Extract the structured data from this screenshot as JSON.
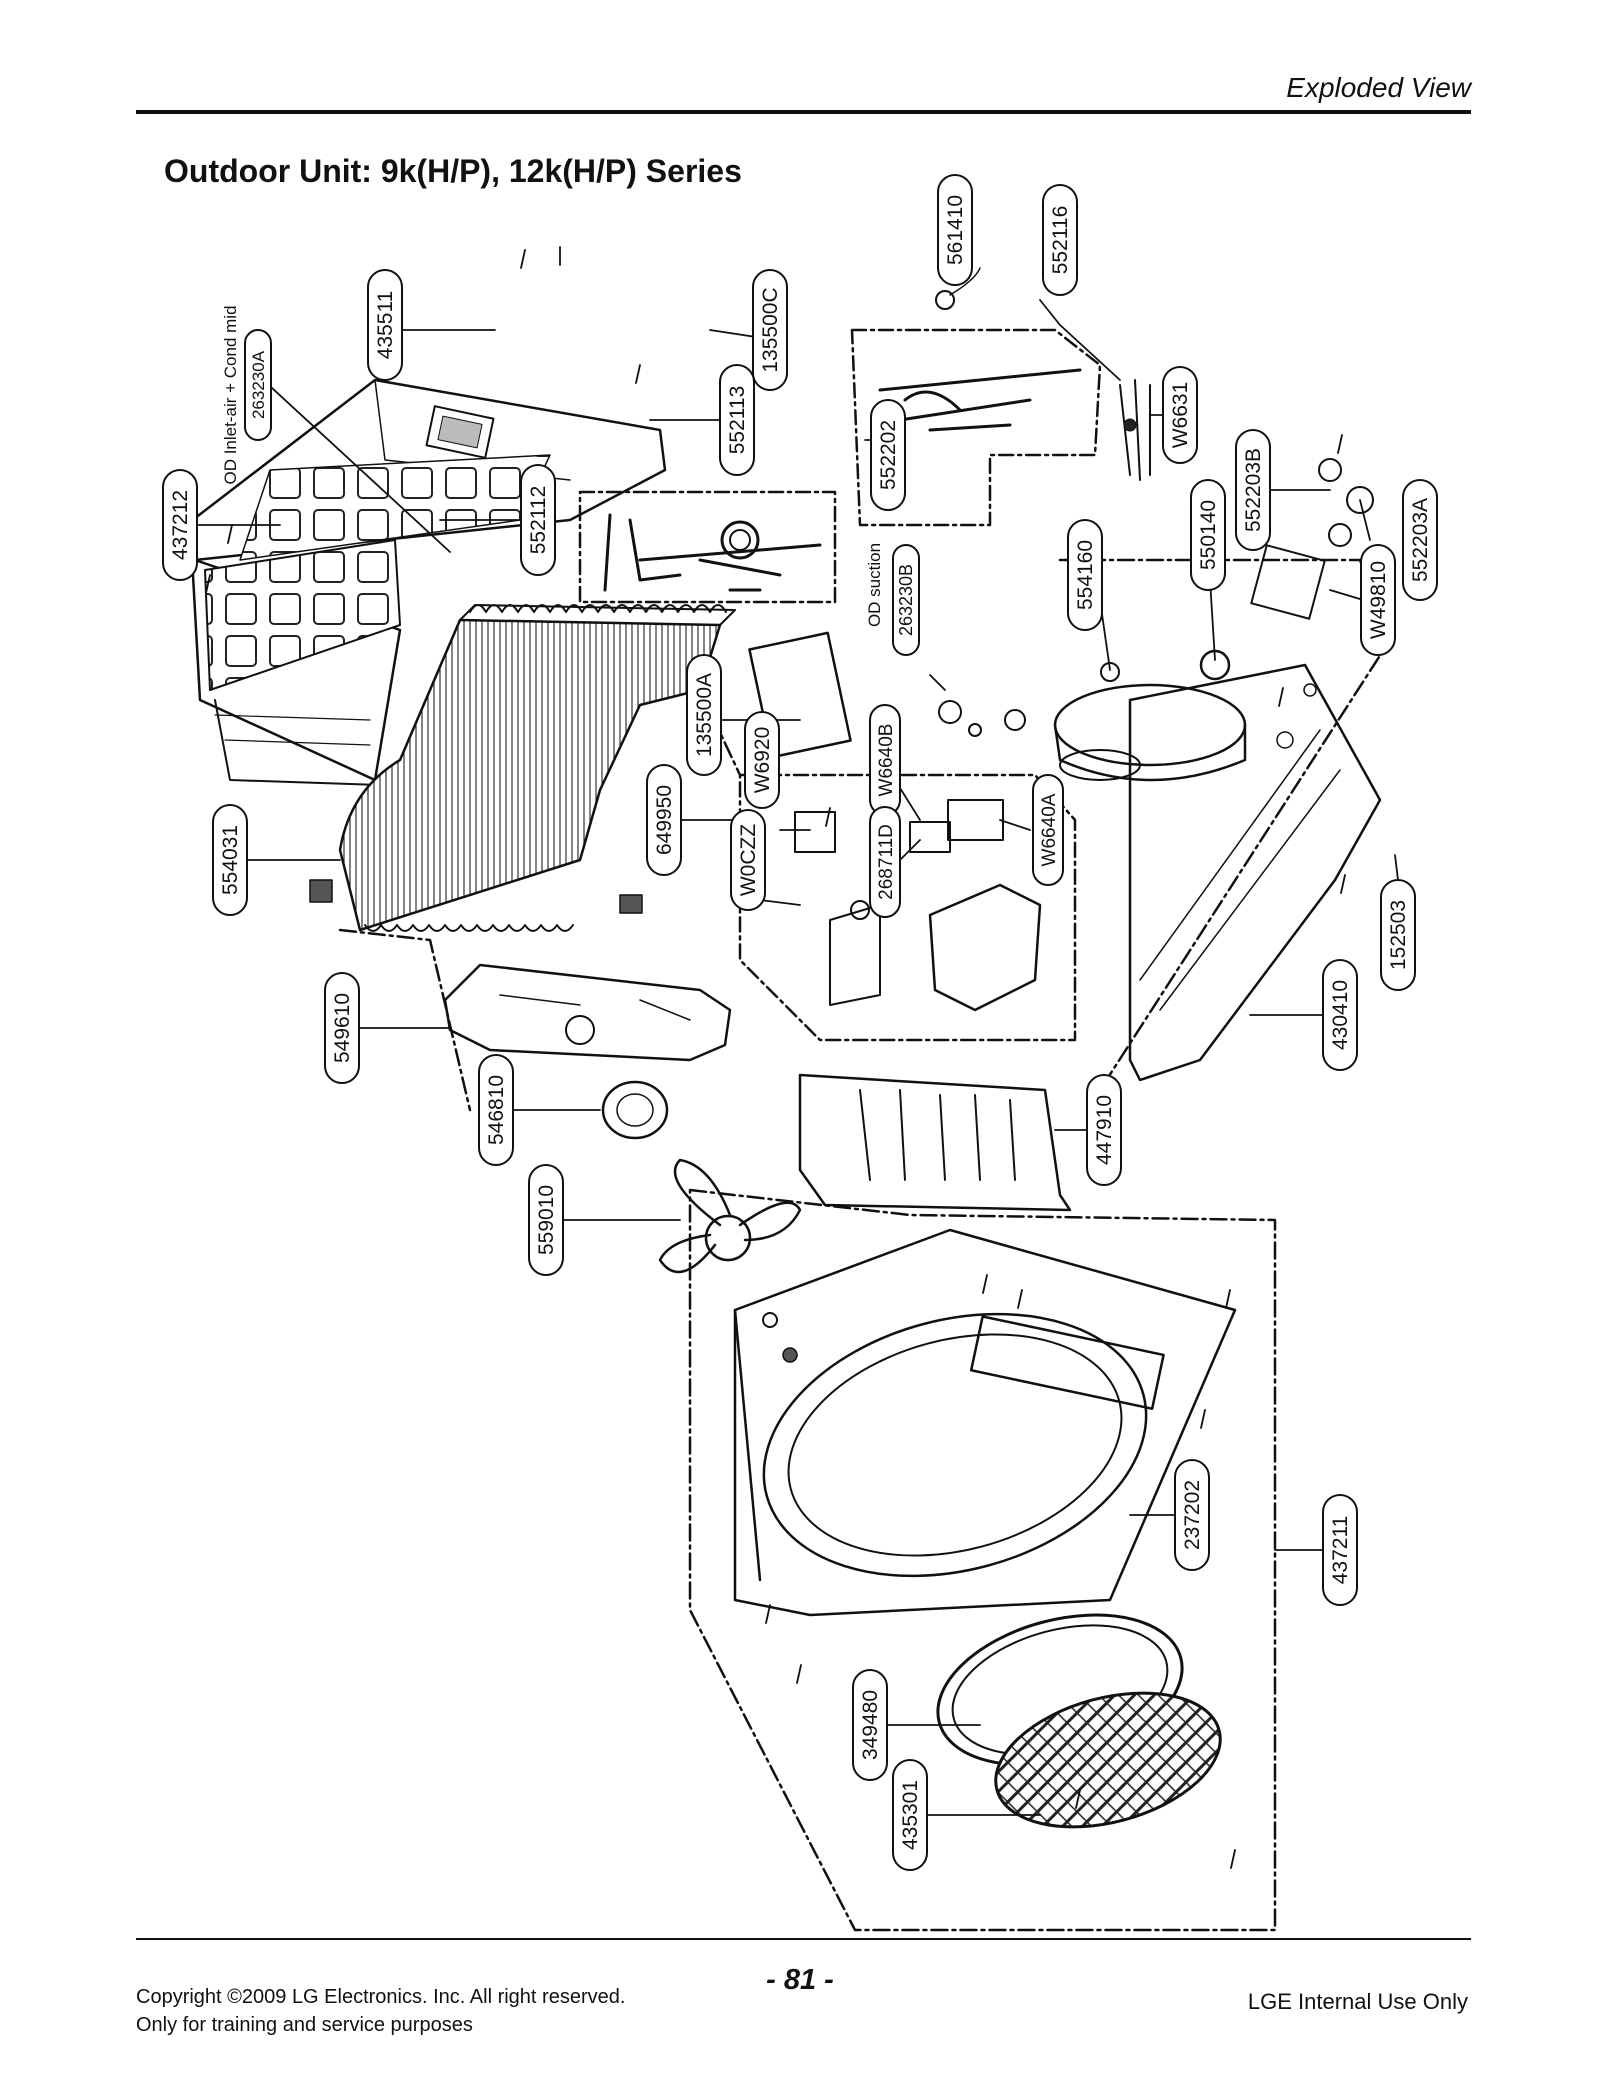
{
  "header": {
    "section_label": "Exploded View"
  },
  "page_title": "Outdoor Unit: 9k(H/P), 12k(H/P) Series",
  "callouts": {
    "c561410": "561410",
    "c552116": "552116",
    "c435511": "435511",
    "c135500C": "135500C",
    "c263230A": "263230A",
    "od_inlet_note": "OD Inlet-air + Cond mid",
    "c437212": "437212",
    "c552113": "552113",
    "c552202": "552202",
    "cW6631": "W6631",
    "c552112": "552112",
    "c552203B": "552203B",
    "c550140": "550140",
    "c554160": "554160",
    "c552203A": "552203A",
    "cW49810": "W49810",
    "c263230B": "263230B",
    "od_suction_note": "OD suction",
    "c135500A": "135500A",
    "cW6920": "W6920",
    "cW6640B": "W6640B",
    "cW6640A": "W6640A",
    "c649950": "649950",
    "cW0CZZ": "W0CZZ",
    "c268711D": "268711D",
    "c554031": "554031",
    "c152503": "152503",
    "c430410": "430410",
    "c549610": "549610",
    "c546810": "546810",
    "c447910": "447910",
    "c559010": "559010",
    "c237202": "237202",
    "c437211": "437211",
    "c349480": "349480",
    "c435301": "435301"
  },
  "footer": {
    "copyright": "Copyright ©2009 LG Electronics. Inc. All right reserved.",
    "training_note": "Only for training and service purposes",
    "page_number": "- 81 -",
    "internal_note": "LGE Internal Use Only"
  }
}
